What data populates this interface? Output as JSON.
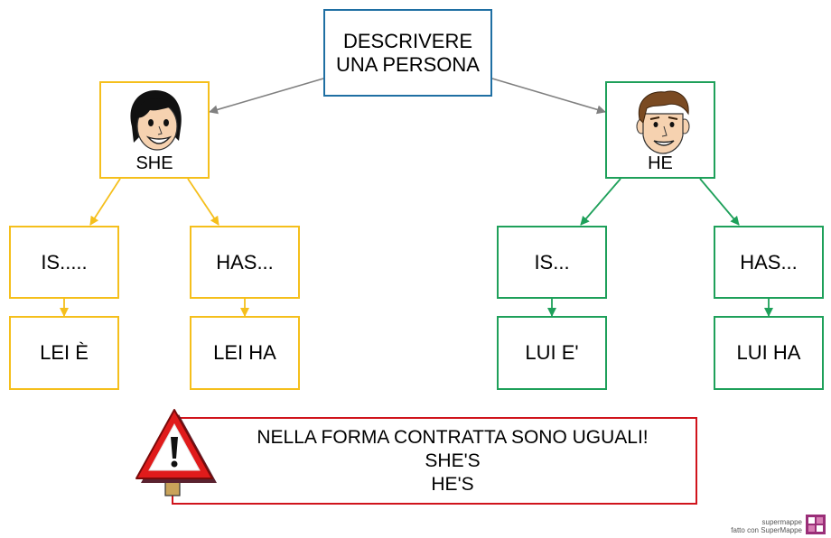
{
  "root": {
    "line1": "DESCRIVERE",
    "line2": "UNA PERSONA"
  },
  "she": {
    "label": "SHE",
    "is": {
      "label": "IS.....",
      "translation": "LEI È"
    },
    "has": {
      "label": "HAS...",
      "translation": "LEI HA"
    }
  },
  "he": {
    "label": "HE",
    "is": {
      "label": "IS...",
      "translation": "LUI E'"
    },
    "has": {
      "label": "HAS...",
      "translation": "LUI HA"
    }
  },
  "note": {
    "line1": "NELLA FORMA CONTRATTA SONO UGUALI!",
    "line2": "SHE'S",
    "line3": "HE'S"
  },
  "brand": {
    "small": "supermappe",
    "text": "fatto con SuperMappe"
  },
  "colors": {
    "root": "#1f6fa3",
    "she": "#f5bf1c",
    "he": "#1ea05a",
    "note": "#d0141c",
    "arrow": "#808080"
  }
}
